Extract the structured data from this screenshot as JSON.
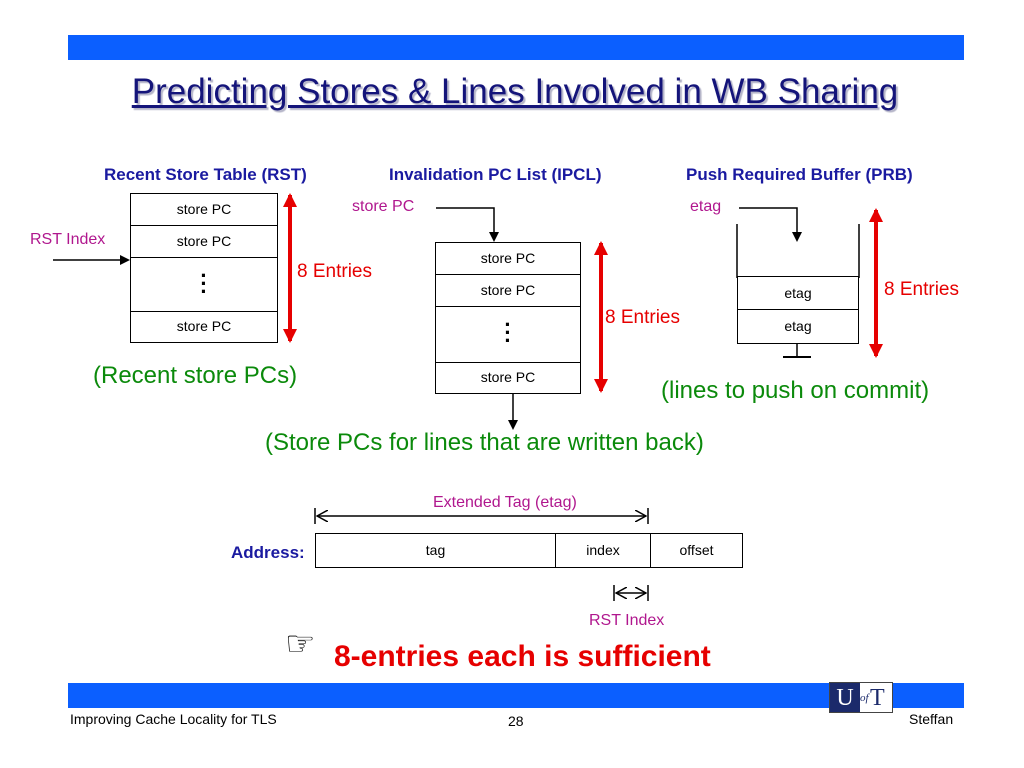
{
  "slide": {
    "title": "Predicting Stores & Lines Involved in WB Sharing",
    "bottom_note": "8-entries each is sufficient",
    "pointer_glyph": "☞"
  },
  "rst": {
    "heading": "Recent Store Table (RST)",
    "index_label": "RST Index",
    "rows": [
      "store PC",
      "store PC",
      "store PC"
    ],
    "size_label": "8 Entries",
    "caption": "(Recent store PCs)"
  },
  "ipcl": {
    "heading": "Invalidation PC List (IPCL)",
    "input_label": "store PC",
    "rows": [
      "store PC",
      "store PC",
      "store PC"
    ],
    "size_label": "8 Entries",
    "caption": "(Store PCs for lines that are written back)"
  },
  "prb": {
    "heading": "Push Required Buffer (PRB)",
    "input_label": "etag",
    "rows": [
      "etag",
      "etag"
    ],
    "size_label": "8 Entries",
    "caption": "(lines to push on commit)"
  },
  "address": {
    "label": "Address:",
    "fields": [
      "tag",
      "index",
      "offset"
    ],
    "etag_label": "Extended Tag (etag)",
    "rst_index_label": "RST Index"
  },
  "footer": {
    "left": "Improving Cache Locality for TLS",
    "page": "28",
    "right": "Steffan"
  },
  "logo": {
    "u": "U",
    "of": "of",
    "t": "T"
  },
  "colors": {
    "bar": "#0b5fff",
    "heading": "#1a1aa0",
    "magenta": "#b0178e",
    "red": "#e60000",
    "green": "#0b8a0b"
  }
}
